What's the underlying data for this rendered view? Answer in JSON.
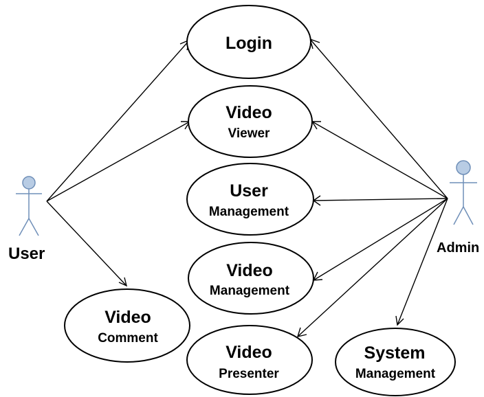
{
  "actors": {
    "user": {
      "label": "User"
    },
    "admin": {
      "label": "Admin"
    }
  },
  "use_cases": {
    "login": {
      "line1": "Login",
      "line2": ""
    },
    "video_viewer": {
      "line1": "Video",
      "line2": "Viewer"
    },
    "user_management": {
      "line1": "User",
      "line2": "Management"
    },
    "video_management": {
      "line1": "Video",
      "line2": "Management"
    },
    "video_comment": {
      "line1": "Video",
      "line2": "Comment"
    },
    "video_presenter": {
      "line1": "Video",
      "line2": "Presenter"
    },
    "system_management": {
      "line1": "System",
      "line2": "Management"
    }
  },
  "associations": [
    {
      "from": "User",
      "to": "Login"
    },
    {
      "from": "User",
      "to": "Video Viewer"
    },
    {
      "from": "User",
      "to": "Video Comment"
    },
    {
      "from": "Admin",
      "to": "Login"
    },
    {
      "from": "Admin",
      "to": "Video Viewer"
    },
    {
      "from": "Admin",
      "to": "User Management"
    },
    {
      "from": "Admin",
      "to": "Video Management"
    },
    {
      "from": "Admin",
      "to": "Video Presenter"
    },
    {
      "from": "Admin",
      "to": "System Management"
    }
  ],
  "colors": {
    "actor_fill": "#b8cce4",
    "actor_stroke": "#6f8fb8",
    "line": "#000000"
  }
}
